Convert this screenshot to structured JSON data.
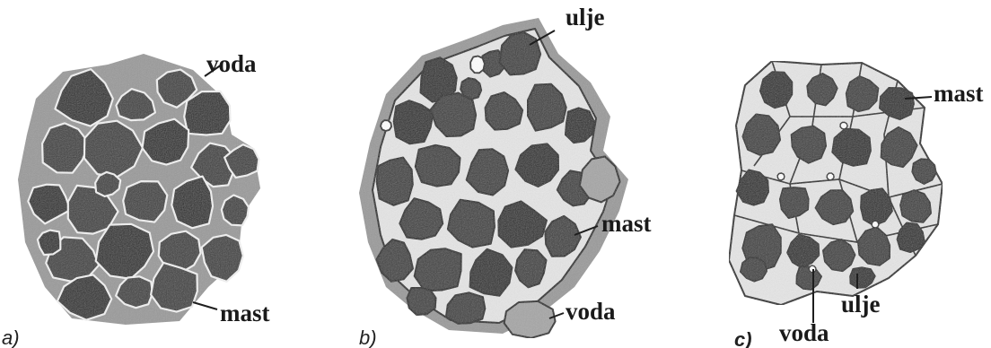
{
  "panels": [
    {
      "id": "a",
      "letter": "a)",
      "labels": [
        {
          "key": "water",
          "text": "voda"
        },
        {
          "key": "fat",
          "text": "mast"
        }
      ]
    },
    {
      "id": "b",
      "letter": "b)",
      "labels": [
        {
          "key": "oil",
          "text": "ulje"
        },
        {
          "key": "fat",
          "text": "mast"
        },
        {
          "key": "water",
          "text": "voda"
        }
      ]
    },
    {
      "id": "c",
      "letter": "c)",
      "labels": [
        {
          "key": "fat",
          "text": "mast"
        },
        {
          "key": "oil",
          "text": "ulje"
        },
        {
          "key": "water",
          "text": "voda"
        }
      ]
    }
  ],
  "colors": {
    "granule": "#3e3e3e",
    "granule_dark": "#2a2a2a",
    "water_halo": "#9a9a9a",
    "oil_fill": "#e6e6e6",
    "outline": "#1e1e1e"
  }
}
